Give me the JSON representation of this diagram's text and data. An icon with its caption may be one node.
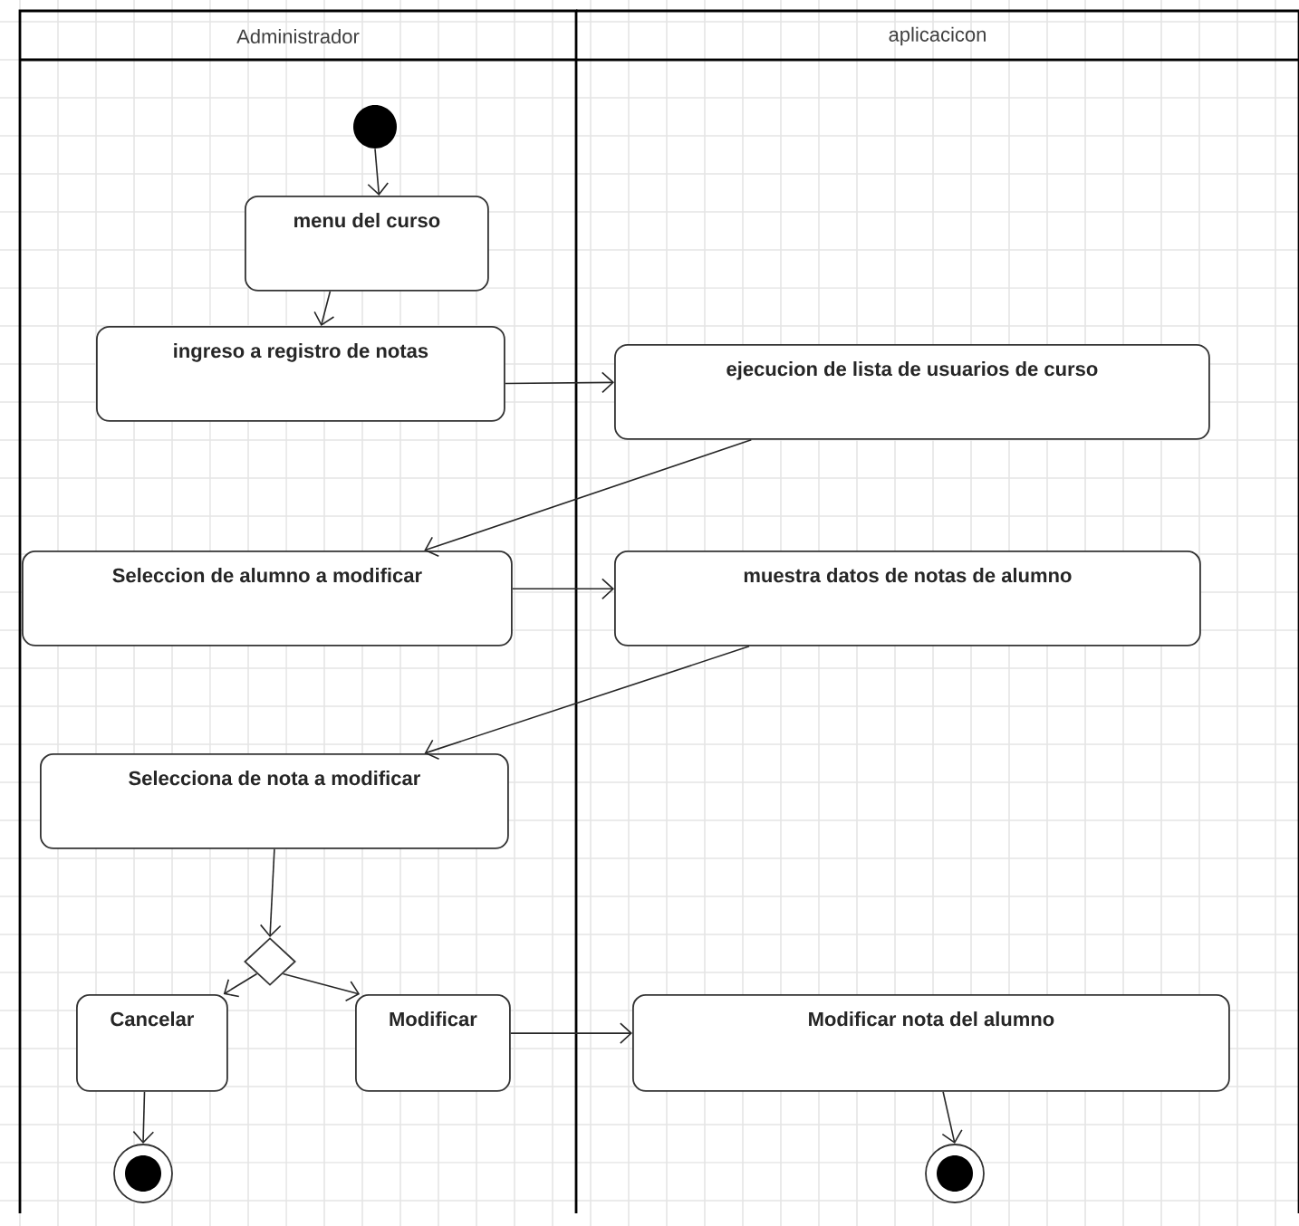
{
  "diagram": {
    "nodes": [
      {
        "text": [
          "Administrador"
        ]
      },
      {
        "text": [
          "aplicacicon"
        ]
      },
      {
        "text": [],
        "shape": "circle",
        "in": 0
      },
      {
        "text": [
          "menu del curso"
        ],
        "in": 0
      },
      {
        "text": [
          "ingreso a registro de notas"
        ],
        "in": 0
      },
      {
        "text": [
          "ejecucion de lista de usuarios de curso"
        ],
        "in": 1
      },
      {
        "text": [
          "Seleccion de alumno a modificar"
        ],
        "in": 0
      },
      {
        "text": [
          "muestra datos de notas de alumno"
        ],
        "in": 1
      },
      {
        "text": [
          "Selecciona de nota a modificar"
        ],
        "in": 0
      },
      {
        "text": [],
        "shape": "diamond",
        "in": 0
      },
      {
        "text": [
          "Cancelar"
        ],
        "in": 0
      },
      {
        "text": [
          "Modificar"
        ],
        "in": 0
      },
      {
        "text": [
          "Modificar nota del alumno"
        ],
        "in": 1
      },
      {
        "text": [],
        "shape": "circle",
        "in": 0
      },
      {
        "text": [],
        "shape": "circle",
        "in": 1
      }
    ],
    "edges": [
      {
        "from": 2,
        "to": 3,
        "arrow": "to"
      },
      {
        "from": 3,
        "to": 4,
        "arrow": "to"
      },
      {
        "from": 4,
        "to": 5,
        "arrow": "to"
      },
      {
        "from": 5,
        "to": 6,
        "arrow": "to"
      },
      {
        "from": 6,
        "to": 7,
        "arrow": "to"
      },
      {
        "from": 7,
        "to": 8,
        "arrow": "to"
      },
      {
        "from": 8,
        "to": 9,
        "arrow": "to"
      },
      {
        "from": 9,
        "to": 10,
        "arrow": "to"
      },
      {
        "from": 9,
        "to": 11,
        "arrow": "to"
      },
      {
        "from": 11,
        "to": 12,
        "arrow": "to"
      },
      {
        "from": 10,
        "to": 13,
        "arrow": "to"
      },
      {
        "from": 12,
        "to": 14,
        "arrow": "to"
      }
    ]
  }
}
